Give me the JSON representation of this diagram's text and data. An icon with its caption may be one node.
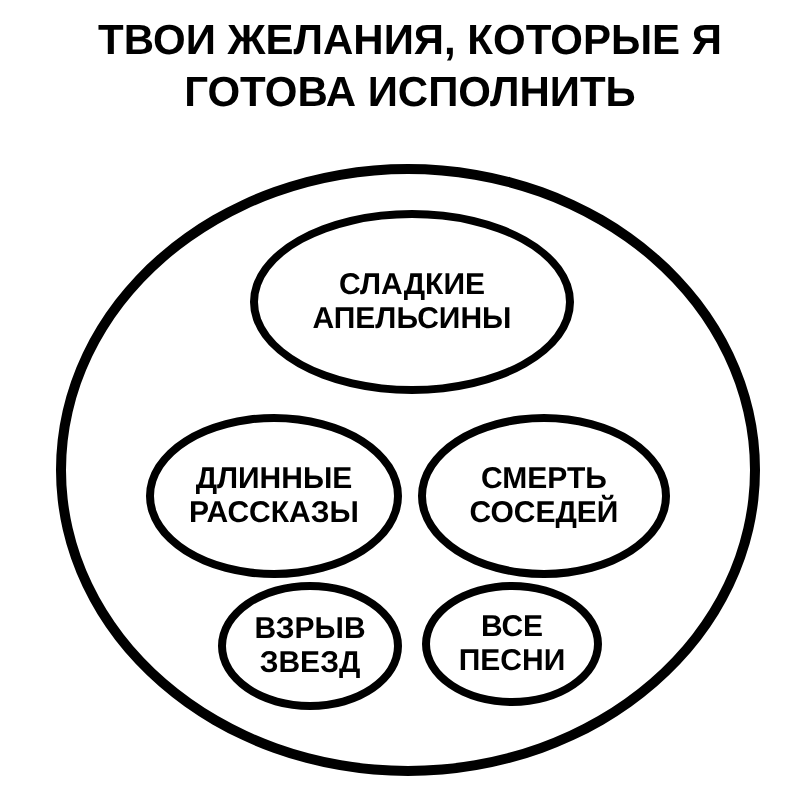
{
  "diagram": {
    "title": "ТВОИ ЖЕЛАНИЯ, КОТОРЫЕ Я ГОТОВА ИСПОЛНИТЬ",
    "nodes": [
      {
        "text": [],
        "shape": "circle"
      },
      {
        "text": [
          "СЛАДКИЕ АПЕЛЬСИНЫ"
        ],
        "in": 0
      },
      {
        "text": [
          "ДЛИННЫЕ РАССКАЗЫ"
        ],
        "in": 0
      },
      {
        "text": [
          "СМЕРТЬ СОСЕДЕЙ"
        ],
        "in": 0
      },
      {
        "text": [
          "ВЗРЫВ ЗВЕЗД"
        ],
        "in": 0
      },
      {
        "text": [
          "ВСЕ ПЕСНИ"
        ],
        "in": 0
      }
    ]
  }
}
